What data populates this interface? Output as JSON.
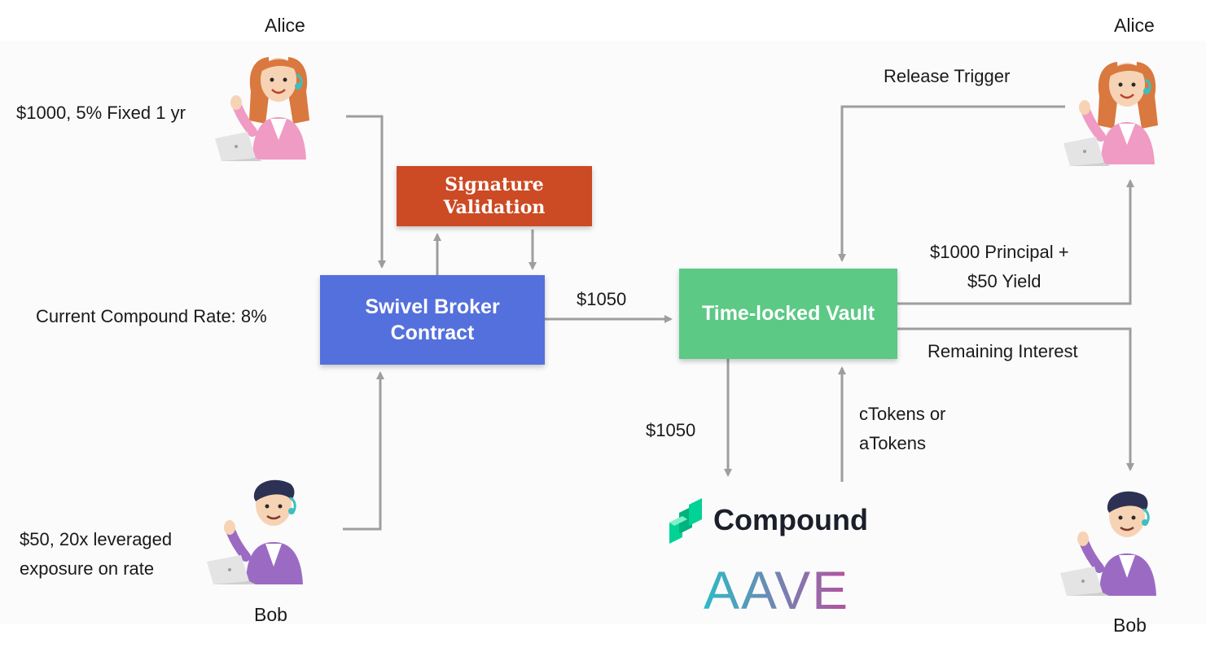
{
  "people": {
    "alice_left_name": "Alice",
    "alice_right_name": "Alice",
    "bob_left_name": "Bob",
    "bob_right_name": "Bob"
  },
  "labels": {
    "alice_deposit": "$1000, 5% Fixed 1 yr",
    "compound_rate": "Current Compound Rate: 8%",
    "bob_deposit_line1": "$50, 20x leveraged",
    "bob_deposit_line2": "exposure on rate",
    "transfer_amount": "$1050",
    "compound_amount": "$1050",
    "release_trigger": "Release Trigger",
    "principal_line1": "$1000 Principal +",
    "principal_line2": "$50 Yield",
    "remaining_interest": "Remaining Interest",
    "tokens_line1": "cTokens or",
    "tokens_line2": "aTokens"
  },
  "boxes": {
    "signature_line1": "Signature",
    "signature_line2": "Validation",
    "swivel_line1": "Swivel Broker",
    "swivel_line2": "Contract",
    "vault": "Time-locked Vault"
  },
  "logos": {
    "compound": "Compound",
    "aave": "AAVE"
  },
  "colors": {
    "signature_box": "#cc4a24",
    "swivel_box": "#5470dc",
    "vault_box": "#5cc985",
    "arrow": "#9e9e9e",
    "compound_green": "#00d395",
    "aave_start": "#2ebac6",
    "aave_end": "#b6509e",
    "alice_jacket": "#f09bc3",
    "bob_jacket": "#9b6bc4"
  },
  "icons": {
    "alice": "alice-avatar-icon",
    "bob": "bob-avatar-icon",
    "compound": "compound-logo-icon"
  }
}
